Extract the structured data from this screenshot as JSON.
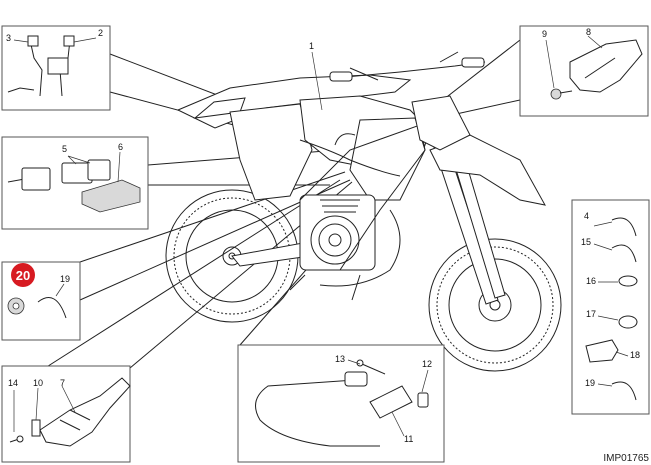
{
  "diagram": {
    "reference_code": "IMP01765",
    "highlight": {
      "label": "20",
      "color": "#d71a21",
      "text_color": "#ffffff"
    },
    "labels": {
      "l1": "1",
      "l2": "2",
      "l3": "3",
      "l4": "4",
      "l5": "5",
      "l6": "6",
      "l7": "7",
      "l8": "8",
      "l9": "9",
      "l10": "10",
      "l11": "11",
      "l12": "12",
      "l13": "13",
      "l14": "14",
      "l15": "15",
      "l16": "16",
      "l17": "17",
      "l18": "18",
      "l19a": "19",
      "l19b": "19"
    }
  }
}
